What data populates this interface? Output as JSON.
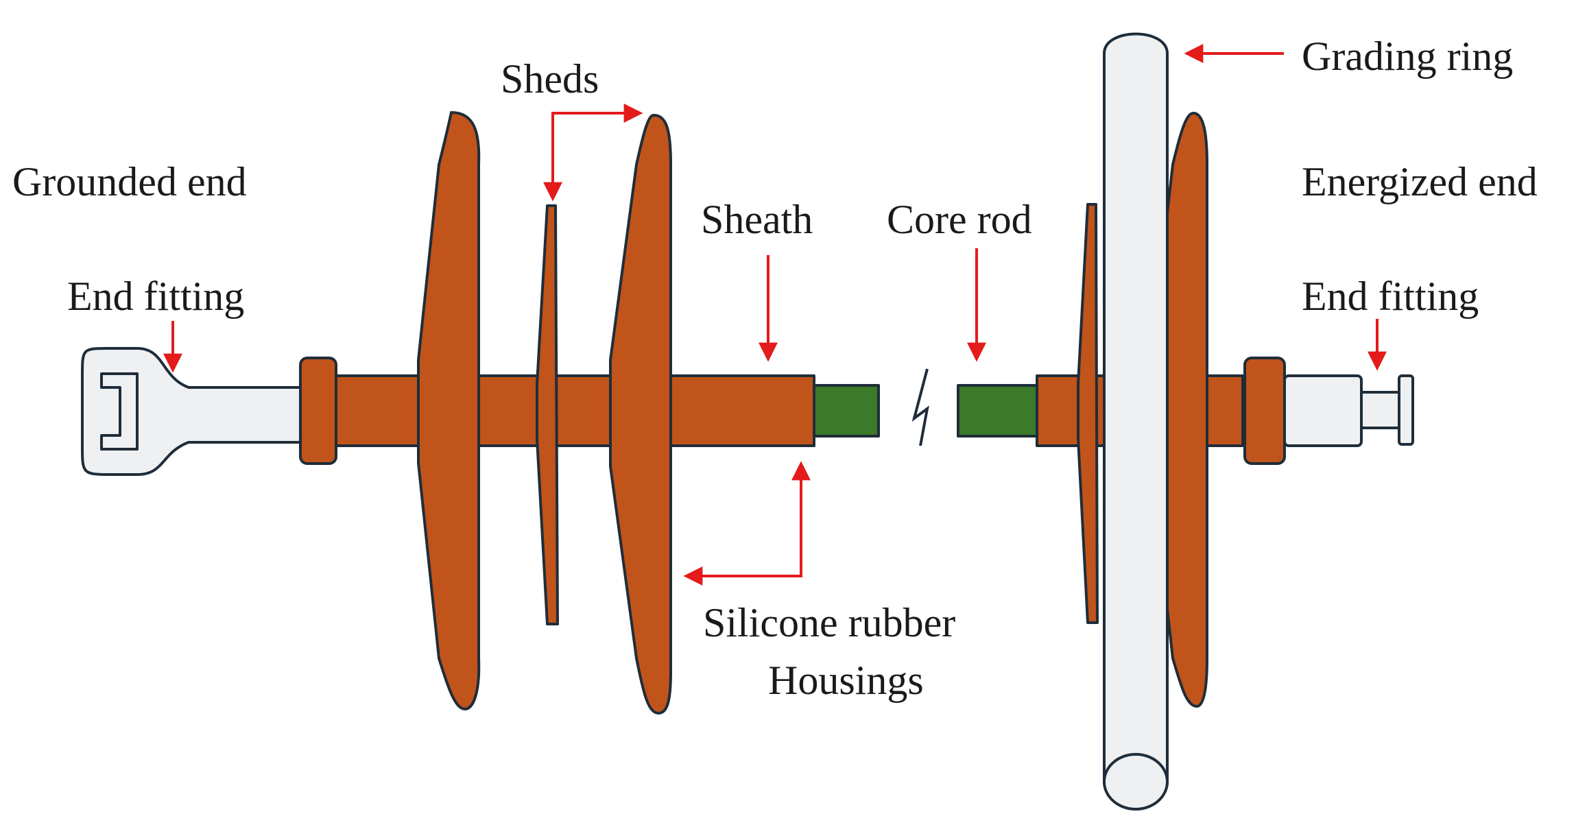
{
  "labels": {
    "grounded_end": "Grounded end",
    "end_fitting_left": "End fitting",
    "sheds": "Sheds",
    "sheath": "Sheath",
    "core_rod": "Core rod",
    "grading_ring": "Grading ring",
    "energized_end": "Energized end",
    "end_fitting_right": "End fitting",
    "silicone_line1": "Silicone rubber",
    "silicone_line2": "Housings"
  },
  "colors": {
    "housing": "#c1541a",
    "core_rod": "#3a7a28",
    "fitting": "#eef0f2",
    "outline": "#1f2d3a",
    "arrow": "#e31b1b",
    "text": "#1a1a1a"
  }
}
